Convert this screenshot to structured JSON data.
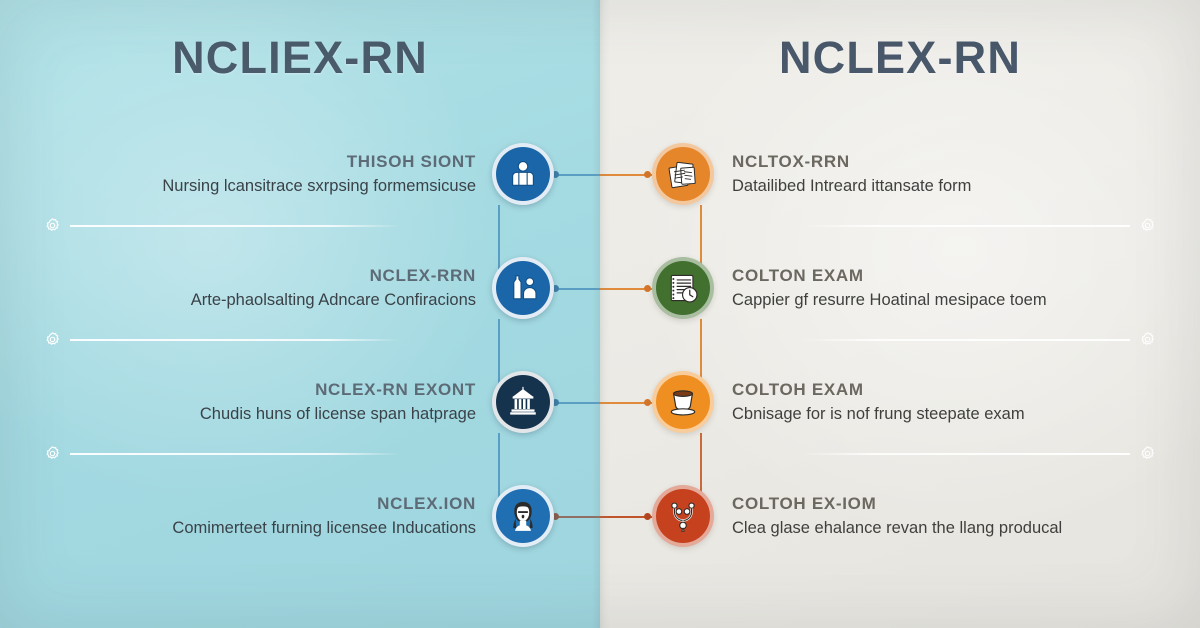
{
  "left": {
    "title": "NCLIEX-RN",
    "background_color": "#a8dde4",
    "accent_color": "#1f6fb2",
    "rows": [
      {
        "title": "THISOH SIONT",
        "desc": "Nursing lcansitrace sxrpsing formemsicuse",
        "icon": "person-icon",
        "icon_color": "#1b66a8"
      },
      {
        "title": "NCLEX-RRN",
        "desc": "Arte-phaolsalting Adncare Confiracions",
        "icon": "bottle-person-icon",
        "icon_color": "#1b66a8"
      },
      {
        "title": "NCLEX-RN EXONT",
        "desc": "Chudis huns of license span hatprage",
        "icon": "government-building-icon",
        "icon_color": "#16334d"
      },
      {
        "title": "NCLEX.ION",
        "desc": "Comimerteet furning licensee Inducations",
        "icon": "nurse-avatar-icon",
        "icon_color": "#1f6fb2"
      }
    ]
  },
  "right": {
    "title": "NCLEX-RN",
    "background_color": "#ecebe6",
    "accent_color": "#e0842c",
    "rows": [
      {
        "title": "NCLTOX-RRN",
        "desc": "Datailibed Intreard ittansate form",
        "icon": "documents-icon",
        "icon_color": "#e5862b"
      },
      {
        "title": "COLTON EXAM",
        "desc": "Cappier gf resurre Hoatinal mesipace toem",
        "icon": "notepad-clock-icon",
        "icon_color": "#41702f"
      },
      {
        "title": "COLTOH EXAM",
        "desc": "Cbnisage for is nof frung steepate exam",
        "icon": "cup-saucer-icon",
        "icon_color": "#ef8f22"
      },
      {
        "title": "COLTOH EX-IOM",
        "desc": "Clea glase ehalance revan the llang producal",
        "icon": "stethoscope-icon",
        "icon_color": "#c6421f"
      }
    ]
  }
}
